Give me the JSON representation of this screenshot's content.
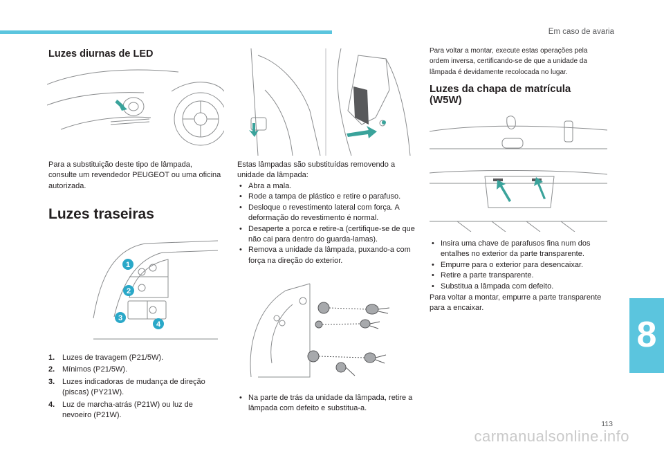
{
  "header": {
    "section_title": "Em caso de avaria"
  },
  "chapter_number": "8",
  "page_number": "113",
  "watermark": "carmanualsonline.info",
  "col1": {
    "drl_heading": "Luzes diurnas de LED",
    "drl_text": "Para a substituição deste tipo de lâmpada, consulte um revendedor PEUGEOT ou uma oficina autorizada.",
    "rear_heading": "Luzes traseiras",
    "callouts": [
      "1",
      "2",
      "3",
      "4"
    ],
    "list": [
      {
        "n": "1.",
        "text": "Luzes de travagem (P21/5W)."
      },
      {
        "n": "2.",
        "text": "Mínimos (P21/5W)."
      },
      {
        "n": "3.",
        "text": "Luzes indicadoras de mudança de direção (piscas) (PY21W)."
      },
      {
        "n": "4.",
        "text": "Luz de marcha-atrás (P21W) ou luz de nevoeiro (P21W)."
      }
    ]
  },
  "col2": {
    "intro": "Estas lâmpadas são substituídas removendo a unidade da lâmpada:",
    "steps": [
      "Abra a mala.",
      "Rode a tampa de plástico e retire o parafuso.",
      "Desloque o revestimento lateral com força. A deformação do revestimento é normal.",
      "Desaperte a porca e retire-a (certifique-se de que não cai para dentro do guarda-lamas).",
      "Remova a unidade da lâmpada, puxando-a com força na direção do exterior."
    ],
    "final_step": "Na parte de trás da unidade da lâmpada, retire a lâmpada com defeito e substitua-a."
  },
  "col3": {
    "reassembly": "Para voltar a montar, execute estas operações pela ordem inversa, certificando-se de que a unidade da lâmpada é devidamente recolocada no lugar.",
    "plate_heading_1": "Luzes da chapa de matrícula",
    "plate_heading_2": "(W5W)",
    "steps": [
      "Insira uma chave de parafusos fina num dos entalhes no exterior da parte transparente.",
      "Empurre para o exterior para desencaixar.",
      "Retire a parte transparente.",
      "Substitua a lâmpada com defeito."
    ],
    "closing": "Para voltar a montar, empurre a parte transparente para a encaixar."
  },
  "colors": {
    "accent": "#5bc5de",
    "arrow": "#3aa39b",
    "callout": "#2aa8c8"
  }
}
